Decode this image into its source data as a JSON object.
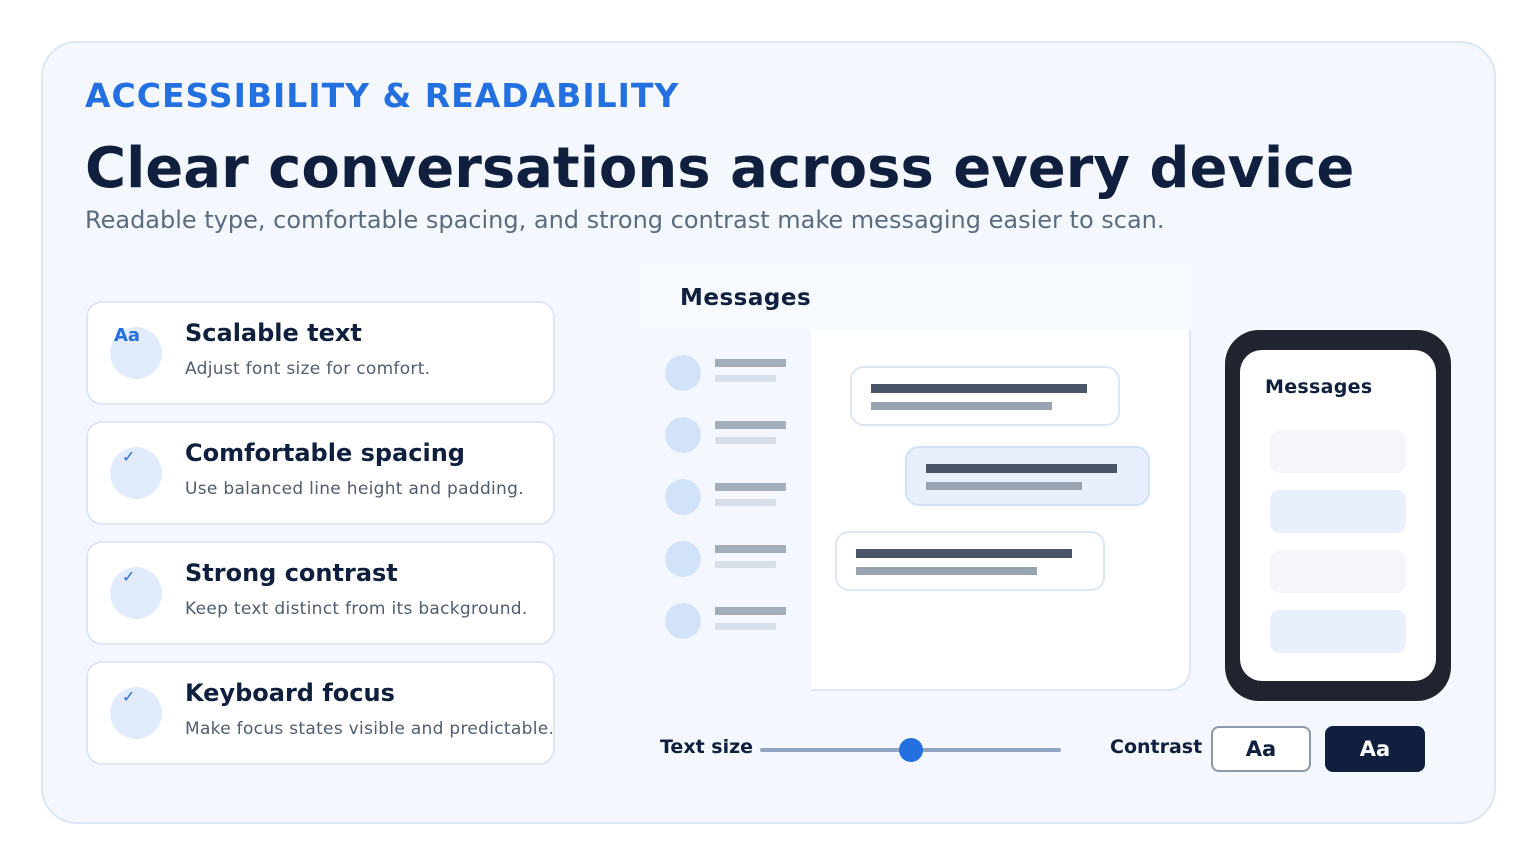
{
  "hero": {
    "eyebrow": "ACCESSIBILITY & READABILITY",
    "headline": "Clear conversations across every device",
    "subline": "Readable type, comfortable spacing, and strong contrast make messaging easier to scan."
  },
  "features": [
    {
      "glyph": "Aa",
      "icon": "text-size-icon",
      "title": "Scalable text",
      "description": "Adjust font size for comfort."
    },
    {
      "glyph": "✓",
      "icon": "check-icon",
      "title": "Comfortable spacing",
      "description": "Use balanced line height and padding."
    },
    {
      "glyph": "✓",
      "icon": "check-icon",
      "title": "Strong contrast",
      "description": "Keep text distinct from its background."
    },
    {
      "glyph": "✓",
      "icon": "check-icon",
      "title": "Keyboard focus",
      "description": "Make focus states visible and predictable."
    }
  ],
  "desktop": {
    "title": "Messages"
  },
  "phone": {
    "title": "Messages"
  },
  "controls": {
    "text_size_label": "Text size",
    "text_size_level": 0.5,
    "contrast_label": "Contrast",
    "contrast_normal_label": "Aa",
    "contrast_high_label": "Aa"
  },
  "colors": {
    "accent": "#2470e0",
    "ink": "#0f1f3d",
    "panel": "#f4f8fe"
  }
}
